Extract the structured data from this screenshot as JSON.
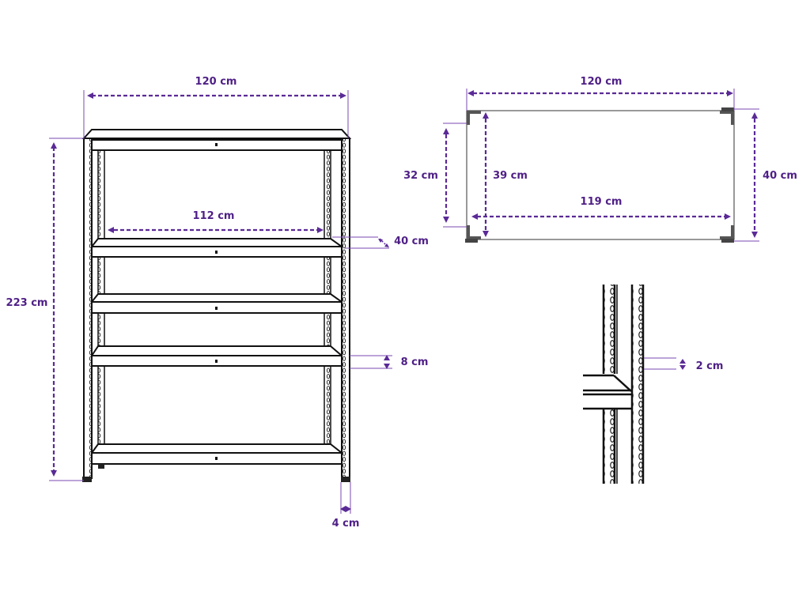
{
  "title": "Shelving unit dimensions",
  "colors": {
    "dimension": "#5a2a96",
    "label": "#4e1f86",
    "line": "#111111"
  },
  "front_view": {
    "width_label": "120 cm",
    "height_label": "223 cm",
    "inner_width_label": "112 cm",
    "depth_label": "40 cm",
    "shelf_thickness_label": "8 cm",
    "post_width_label": "4 cm"
  },
  "top_view": {
    "width_label": "120 cm",
    "inner_depth_label": "32 cm",
    "inner_depth2_label": "39 cm",
    "inner_width_label": "119 cm",
    "depth_label": "40 cm"
  },
  "detail_view": {
    "hole_spacing_label": "2 cm"
  }
}
